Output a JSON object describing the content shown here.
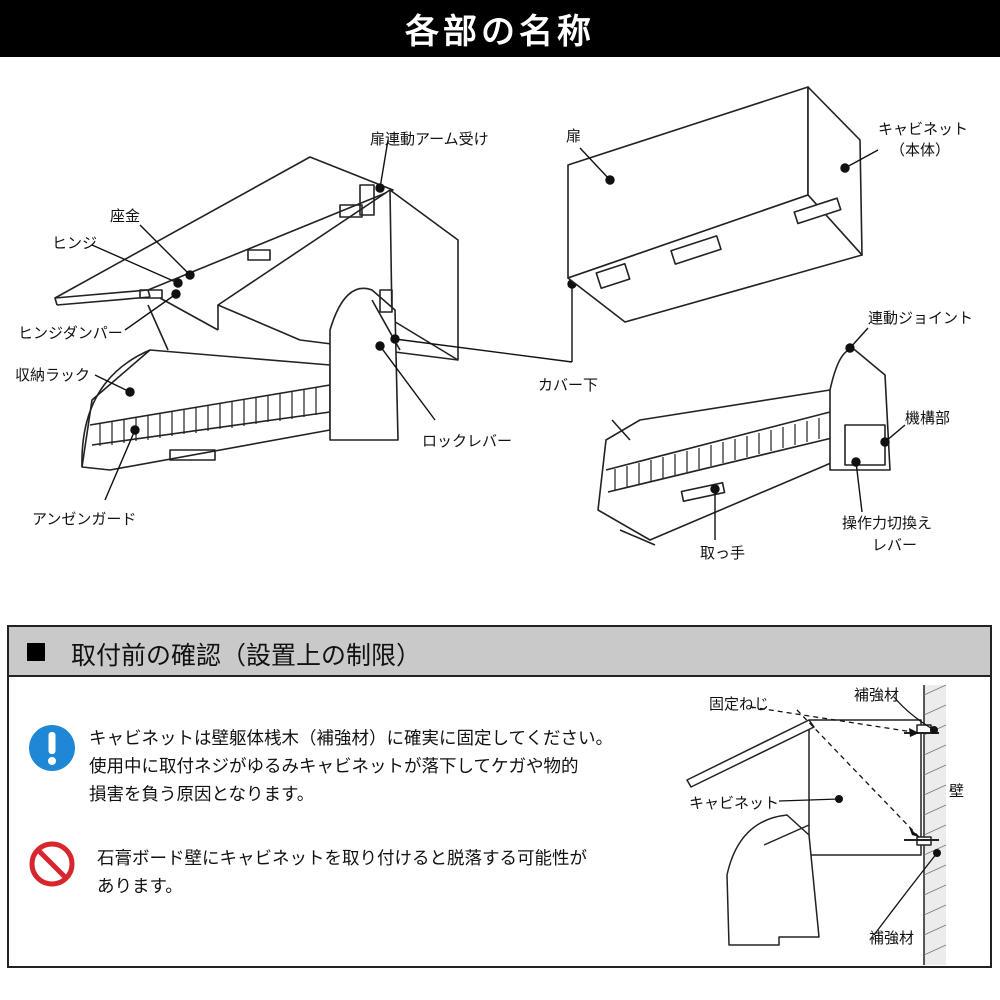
{
  "header": {
    "title": "各部の名称"
  },
  "diagram": {
    "labels": {
      "tobira_arm": "扉連動アーム受け",
      "zagane": "座金",
      "hinge": "ヒンジ",
      "hinge_damper": "ヒンジダンパー",
      "rack": "収納ラック",
      "anzen_guard": "アンゼンガード",
      "lock_lever": "ロックレバー",
      "tobira": "扉",
      "cabinet": "キャビネット",
      "cabinet_sub": "（本体）",
      "cover": "カバー下",
      "joint": "連動ジョイント",
      "kikou": "機構部",
      "handle": "取っ手",
      "switch_lever_1": "操作力切換え",
      "switch_lever_2": "レバー"
    }
  },
  "check_section": {
    "title": "取付前の確認（設置上の制限）",
    "warning": {
      "icon": "exclamation-icon",
      "icon_color": "#1e88d6",
      "line1": "キャビネットは壁躯体桟木（補強材）に確実に固定してください。",
      "line2": "使用中に取付ネジがゆるみキャビネットが落下してケガや物的",
      "line3": "損害を負う原因となります。"
    },
    "prohibit": {
      "icon": "prohibited-icon",
      "icon_color": "#d8262e",
      "line1": "石膏ボード壁にキャビネットを取り付けると脱落する可能性が",
      "line2": "あります。"
    },
    "wall_diagram": {
      "screw": "固定ねじ",
      "reinforce_top": "補強材",
      "wall": "壁",
      "cabinet": "キャビネット",
      "reinforce_bottom": "補強材"
    }
  }
}
